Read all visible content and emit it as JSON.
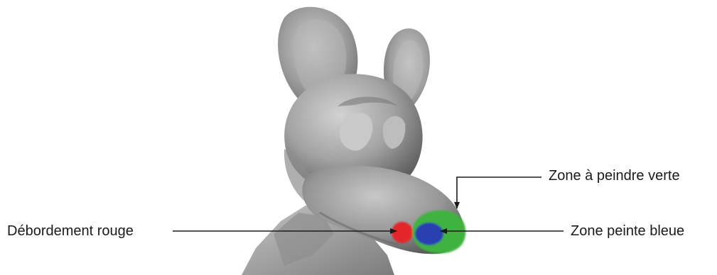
{
  "figure": {
    "subject": "3D mouse head model with paint zones",
    "colors": {
      "background": "#ffffff",
      "model_gray": "#9a9a9a",
      "overflow_red": "#e3262a",
      "target_green": "#3fb23f",
      "painted_blue": "#2c3fb0",
      "callout_line": "#1a1a1a"
    }
  },
  "annotations": {
    "overflow_red": "Débordement rouge",
    "target_green": "Zone à peindre verte",
    "painted_blue": "Zone peinte bleue"
  }
}
